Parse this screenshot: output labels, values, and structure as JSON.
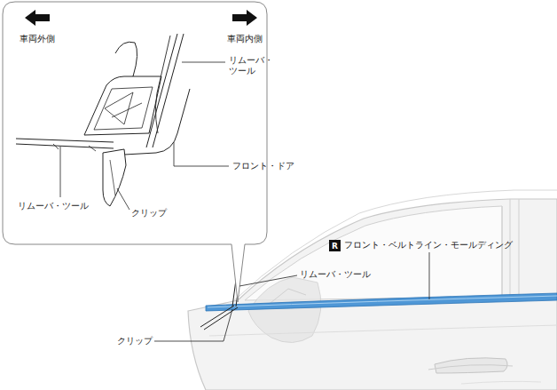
{
  "diagram": {
    "nodes": [
      {
        "text": [
          "R"
        ]
      }
    ],
    "labels": [
      "車両外側",
      "車両内側",
      "リムーバ・ツール",
      "フロント・ドア",
      "リムーバ・ツール",
      "クリップ",
      "フロント・ベルトライン・モールディング",
      "リムーバ・ツール",
      "クリップ"
    ]
  }
}
